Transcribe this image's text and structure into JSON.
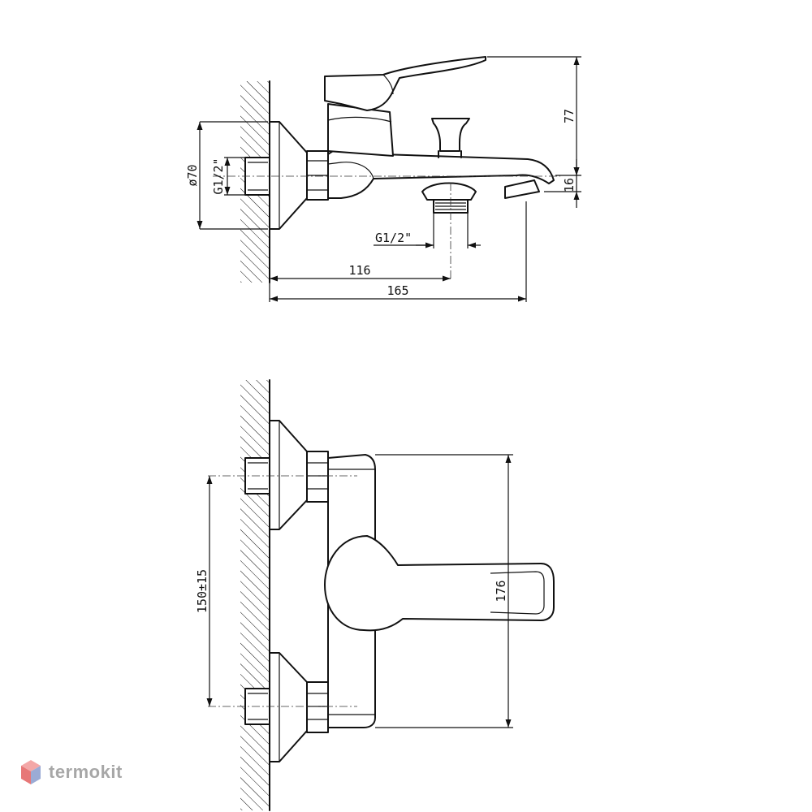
{
  "side_view": {
    "dim_diameter": "ø70",
    "dim_inlet_thread": "G1/2\"",
    "dim_outlet_thread": "G1/2\"",
    "dim_height_top": "77",
    "dim_height_spout": "16",
    "dim_outlet_distance": "116",
    "dim_total_depth": "165"
  },
  "front_view": {
    "dim_inlet_spacing": "150±15",
    "dim_body_height": "176"
  },
  "watermark": {
    "text": "termokit",
    "icon": "cube-logo-icon",
    "colors": {
      "top": "#f08a8a",
      "left": "#e04a4a",
      "right": "#7a8fc8"
    }
  }
}
